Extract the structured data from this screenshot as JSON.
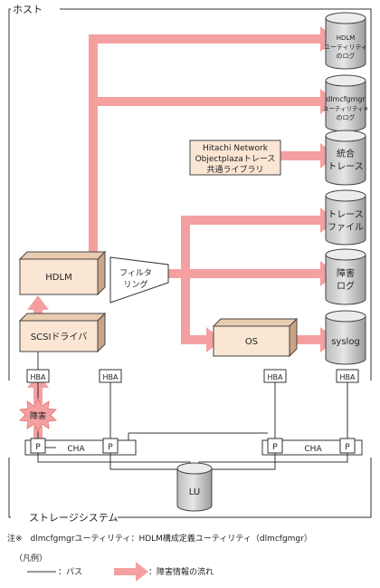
{
  "host_label": "ホスト",
  "storage_label": "ストレージシステム",
  "logs": {
    "hdlm_util_log": [
      "HDLM",
      "ユーティリティ",
      "のログ"
    ],
    "dlmcfgmgr_log": [
      "dlmcfgmgr",
      "ユーティリティ※",
      "のログ"
    ],
    "integrated_trace": [
      "統合",
      "トレース"
    ],
    "trace_file": [
      "トレース",
      "ファイル"
    ],
    "failure_log": [
      "障害",
      "ログ"
    ],
    "syslog": [
      "syslog"
    ]
  },
  "hitachi_network": [
    "Hitachi Network",
    "Objectplazaトレース",
    "共通ライブラリ"
  ],
  "filtering": [
    "フィルタ",
    "リング"
  ],
  "hdlm": "HDLM",
  "scsi_driver": "SCSIドライバ",
  "os": "OS",
  "hba": "HBA",
  "port": "P",
  "cha": "CHA",
  "lu": "LU",
  "failure_burst": "障害",
  "note": "注※　dlmcfgmgrユーティリティ：HDLM構成定義ユーティリティ（dlmcfgmgr）",
  "legend": {
    "title": "（凡例）",
    "path_label": "：パス",
    "flow_label": "：障害情報の流れ"
  },
  "colors": {
    "flow": "#f4a0a0",
    "box_face": "#fbe6d3",
    "cylinder": "#d2d2d2",
    "burst": "#f4a0a0"
  }
}
